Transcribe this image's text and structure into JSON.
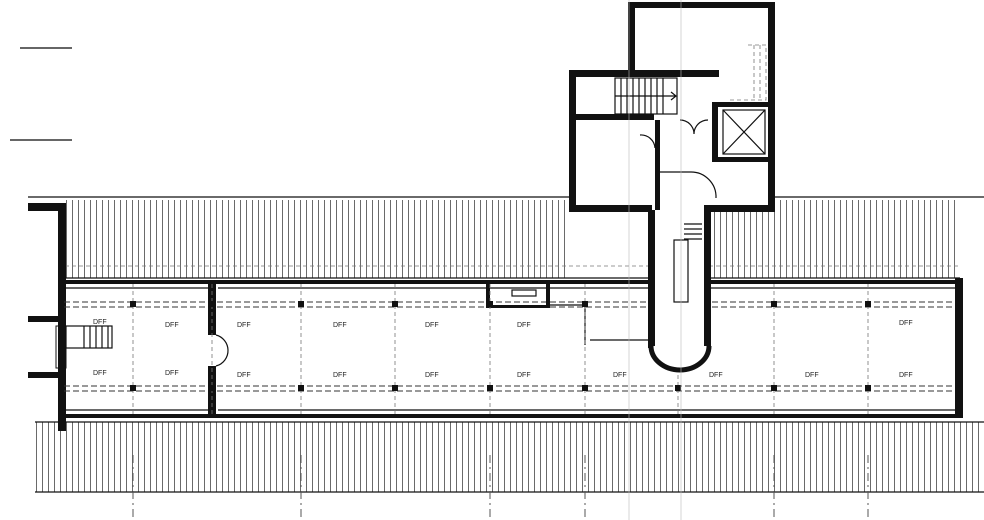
{
  "plan": {
    "fixture_label": "DFF",
    "upper_row_labels": [
      "DFF",
      "DFF",
      "DFF",
      "DFF",
      "DFF",
      "DFF",
      "DFF"
    ],
    "lower_row_labels": [
      "DFF",
      "DFF",
      "DFF",
      "DFF",
      "DFF",
      "DFF",
      "DFF",
      "DFF",
      "DFF",
      "DFF"
    ]
  },
  "colors": {
    "line": "#111111",
    "background": "#ffffff"
  }
}
